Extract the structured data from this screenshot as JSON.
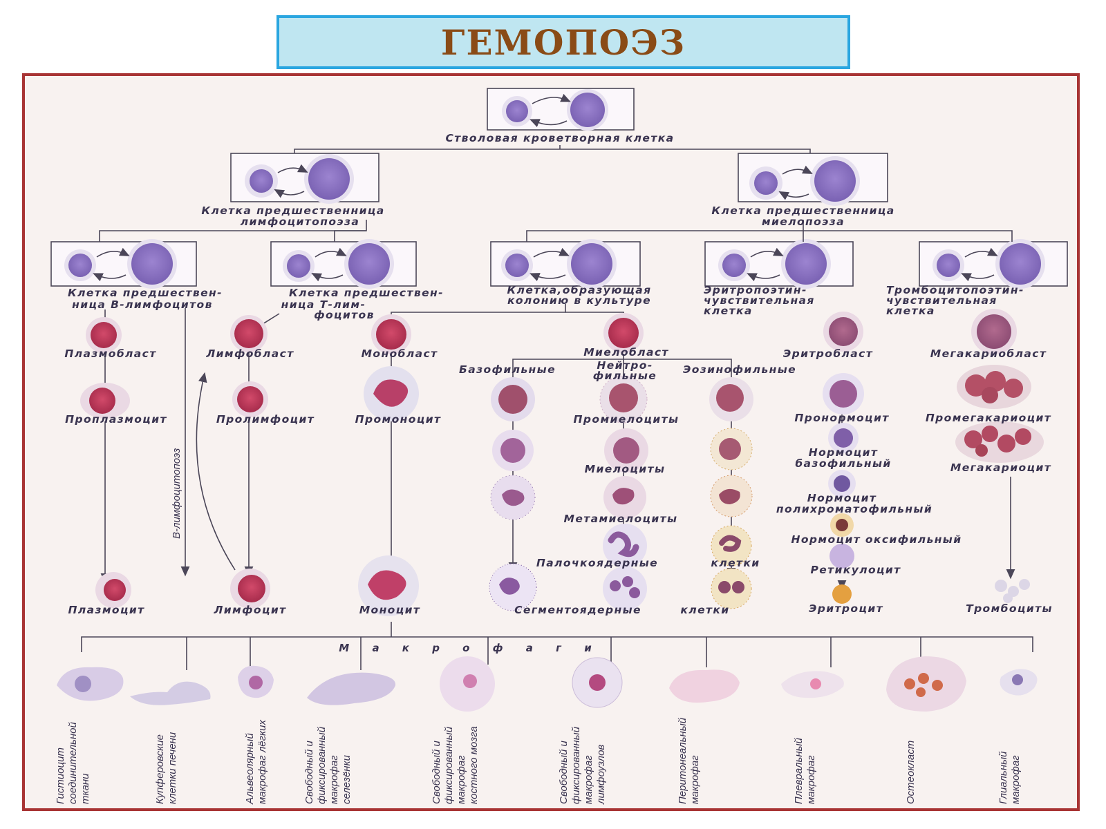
{
  "title": "ГЕМОПОЭЗ",
  "colors": {
    "title_text": "#8a4b16",
    "title_border": "#2aa6e0",
    "title_bg": "#bfe6f1",
    "frame_border": "#a83434",
    "frame_bg": "#f8f2f0",
    "cell_blue": "#8c73c4",
    "cell_red": "#c03a5e"
  },
  "labels": {
    "stem_cell": "Стволовая кроветворная клетка",
    "lymph_precursor_1": "Клетка предшественница",
    "lymph_precursor_2": "лимфоцитопоэза",
    "myelo_precursor_1": "Клетка предшественница",
    "myelo_precursor_2": "миелопоэза",
    "b_precursor_1": "Клетка предшествен-",
    "b_precursor_2": "ница В-лимфоцитов",
    "t_precursor_1": "Клетка предшествен-",
    "t_precursor_2": "ница Т-лим-",
    "t_precursor_3": "фоцитов",
    "cfu_1": "Клетка,образующая",
    "cfu_2": "колонию в культуре",
    "epo_1": "Эритропоэтин-",
    "epo_2": "чувствительная",
    "epo_3": "клетка",
    "tpo_1": "Тромбоцитопоэтин-",
    "tpo_2": "чувствительная",
    "tpo_3": "клетка",
    "plasmoblast": "Плазмобласт",
    "lymphoblast": "Лимфобласт",
    "monoblast": "Монобласт",
    "myeloblast": "Миелобласт",
    "erythroblast": "Эритробласт",
    "megakaryoblast": "Мегакариобласт",
    "basophilic": "Базофильные",
    "neutrophilic_1": "Нейтро-",
    "neutrophilic_2": "фильные",
    "eosinophilic": "Эозинофильные",
    "proplasmocyte": "Проплазмоцит",
    "prolymphocyte": "Пролимфоцит",
    "promonocyte": "Промоноцит",
    "promyelocytes": "Промиелоциты",
    "pronormocyte": "Пронормоцит",
    "promegakaryocyte": "Промегакариоцит",
    "b_lymphocytopoiesis": "В-лимфоцитопоэз",
    "myelocytes": "Миелоциты",
    "normocyte_baso_1": "Нормоцит",
    "normocyte_baso_2": "базофильный",
    "megakaryocyte": "Мегакариоцит",
    "normocyte_poly_1": "Нормоцит",
    "normocyte_poly_2": "полихроматофильный",
    "metamyelocytes": "Метамиелоциты",
    "normocyte_oxy": "Нормоцит оксифильный",
    "band_cells_1": "Палочкоядерные",
    "band_cells_2": "клетки",
    "reticulocyte": "Ретикулоцит",
    "plasmocyte": "Плазмоцит",
    "lymphocyte": "Лимфоцит",
    "monocyte": "Моноцит",
    "segmented_1": "Сегментоядерные",
    "segmented_2": "клетки",
    "erythrocyte": "Эритроцит",
    "thrombocytes": "Тромбоциты",
    "macrophages": "М а к р о ф а г и"
  },
  "macrophages": [
    {
      "lines": [
        "Гистиоцит",
        "соединительной",
        "ткани"
      ]
    },
    {
      "lines": [
        "Купферовские",
        "клетки печени"
      ]
    },
    {
      "lines": [
        "Альвеолярный",
        "макрофаг лёгких"
      ]
    },
    {
      "lines": [
        "Свободный и",
        "фиксированный",
        "макрофаг",
        "селезёнки"
      ]
    },
    {
      "lines": [
        "Свободный и",
        "фиксированный",
        "макрофаг",
        "костного мозга"
      ]
    },
    {
      "lines": [
        "Свободный и",
        "фиксированный",
        "макрофаг",
        "лимфоузлов"
      ]
    },
    {
      "lines": [
        "Перитонеальный",
        "макрофаг"
      ]
    },
    {
      "lines": [
        "Плевральный",
        "макрофаг"
      ]
    },
    {
      "lines": [
        "Остеокласт"
      ]
    },
    {
      "lines": [
        "Глиальный",
        "макрофаг"
      ]
    }
  ]
}
